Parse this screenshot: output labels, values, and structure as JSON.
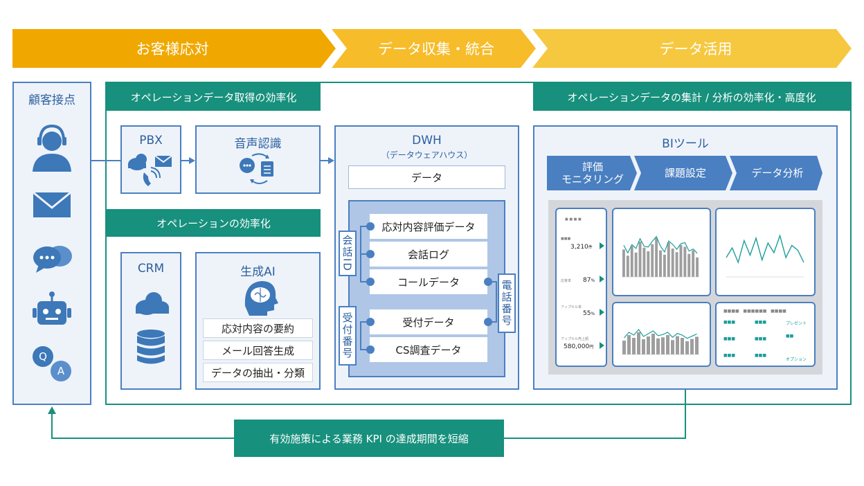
{
  "phases": [
    "お客様応対",
    "データ収集・統合",
    "データ活用"
  ],
  "customer_touchpoints": {
    "title": "顧客接点",
    "icons": [
      "operator-icon",
      "mail-icon",
      "chat-icon",
      "chatbot-icon",
      "qa-icon"
    ]
  },
  "sections": {
    "acquisition": "オペレーションデータ取得の効率化",
    "operation": "オペレーションの効率化",
    "analytics": "オペレーションデータの集計 / 分析の効率化・高度化"
  },
  "pbx": {
    "title": "PBX"
  },
  "speech": {
    "title": "音声認識"
  },
  "crm": {
    "title": "CRM"
  },
  "genai": {
    "title": "生成AI",
    "items": [
      "応対内容の要約",
      "メール回答生成",
      "データの抽出・分類"
    ]
  },
  "dwh": {
    "title": "DWH",
    "subtitle": "（データウェアハウス）",
    "data_box": "データ",
    "group1": [
      "応対内容評価データ",
      "会話ログ",
      "コールデータ"
    ],
    "group2": [
      "受付データ",
      "CS調査データ"
    ],
    "label_conversation_id": "会話ID",
    "label_reception_no": "受付番号",
    "label_phone_no": "電話番号"
  },
  "bi": {
    "title": "BIツール",
    "steps": [
      "評価\nモニタリング",
      "課題設定",
      "データ分析"
    ],
    "kpi": [
      {
        "label": "応答率",
        "value": "87",
        "unit": "%"
      },
      {
        "label": "アップセル率",
        "value": "55",
        "unit": "%"
      },
      {
        "label": "アップセル売上額",
        "value": "580,000",
        "unit": "円"
      }
    ],
    "kpi_top": {
      "value": "3,210",
      "unit": "件"
    },
    "list_items": [
      "プレゼント",
      "オプション"
    ]
  },
  "feedback": "有効施策による業務 KPI の達成期間を短縮",
  "colors": {
    "orange": "#f0a800",
    "orange_light": "#f6bc2a",
    "teal": "#17907d",
    "blue": "#4a7fc1",
    "panel_bg": "#eef3fa"
  },
  "chart_data": [
    {
      "type": "bar",
      "chart": "top-left-bars",
      "values": [
        62,
        48,
        70,
        55,
        80,
        66,
        58,
        74,
        88,
        60,
        50,
        78,
        64,
        56,
        72,
        68,
        52,
        60,
        44
      ]
    },
    {
      "type": "line",
      "chart": "top-right-line",
      "values": [
        40,
        60,
        30,
        75,
        45,
        80,
        35,
        70,
        50,
        85,
        40,
        65,
        55,
        30
      ]
    },
    {
      "type": "bar",
      "chart": "bottom-bars",
      "values": [
        50,
        70,
        60,
        80,
        55,
        65,
        75,
        58,
        62,
        70,
        52,
        66,
        60,
        48,
        56,
        64
      ]
    }
  ]
}
